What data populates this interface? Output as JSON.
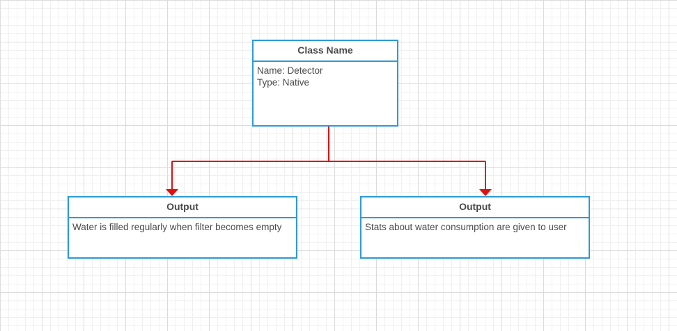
{
  "diagram": {
    "class_box": {
      "title": "Class Name",
      "attributes": [
        "Name: Detector",
        "Type: Native"
      ]
    },
    "outputs": [
      {
        "title": "Output",
        "text": "Water is filled regularly when filter becomes empty"
      },
      {
        "title": "Output",
        "text": "Stats about water consumption are given to user"
      }
    ],
    "colors": {
      "box_border": "#2b9bd6",
      "connector": "#e01010",
      "text": "#4a4a4a"
    }
  }
}
